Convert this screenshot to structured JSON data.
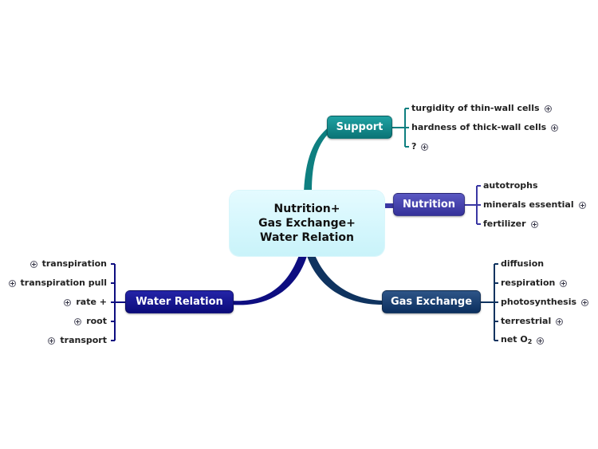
{
  "central_topic": {
    "lines": [
      "Nutrition+",
      "Gas Exchange+",
      "Water Relation"
    ]
  },
  "branches": {
    "support": {
      "label": "Support",
      "color": "#0e7f80",
      "items": [
        {
          "label": "turgidity of thin-wall cells",
          "expandable": true
        },
        {
          "label": "hardness of thick-wall cells",
          "expandable": true
        },
        {
          "label": "?",
          "expandable": true
        }
      ]
    },
    "nutrition": {
      "label": "Nutrition",
      "color": "#3a37a3",
      "items": [
        {
          "label": "autotrophs",
          "expandable": false
        },
        {
          "label": "minerals essential",
          "expandable": true
        },
        {
          "label": "fertilizer",
          "expandable": true
        }
      ]
    },
    "gas_exchange": {
      "label": "Gas Exchange",
      "color": "#0f335f",
      "items": [
        {
          "label": "diffusion",
          "expandable": false
        },
        {
          "label": "respiration",
          "expandable": true
        },
        {
          "label": "photosynthesis",
          "expandable": true
        },
        {
          "label": "terrestrial",
          "expandable": true
        },
        {
          "label": "net O",
          "subscript": "2",
          "expandable": true
        }
      ]
    },
    "water_relation": {
      "label": "Water Relation",
      "color": "#0d0d80",
      "items": [
        {
          "label": "transpiration",
          "expandable": true
        },
        {
          "label": "transpiration pull",
          "expandable": true
        },
        {
          "label": "rate +",
          "expandable": true
        },
        {
          "label": "root",
          "expandable": true
        },
        {
          "label": "transport",
          "expandable": true
        }
      ]
    }
  },
  "icons": {
    "expand": "plus-circle-icon"
  }
}
